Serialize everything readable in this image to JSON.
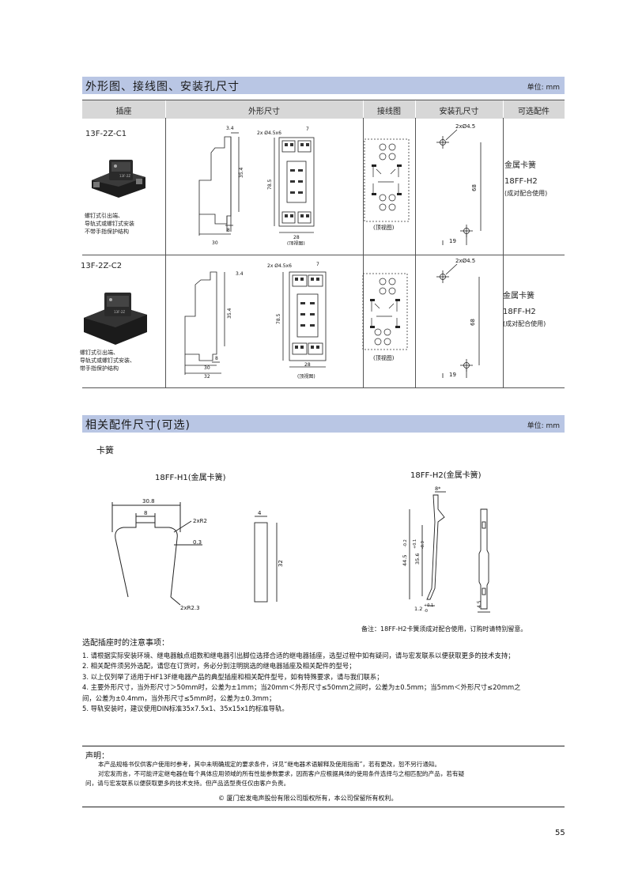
{
  "section1": {
    "title": "外形图、接线图、安装孔尺寸",
    "unit": "单位: mm"
  },
  "table": {
    "headers": [
      "插座",
      "外形尺寸",
      "接线图",
      "安装孔尺寸",
      "可选配件"
    ],
    "rows": [
      {
        "model": "13F-2Z-C1",
        "desc": [
          "螺钉式引出端、",
          "导轨式或螺钉式安装",
          "不带手指保护结构"
        ],
        "dims": [
          "3.4",
          "2x Ø4.5x6",
          "7",
          "35.4",
          "78.5",
          "8",
          "30",
          "28"
        ],
        "top_view": "(顶视图)",
        "hole": [
          "2xØ4.5",
          "68",
          "19"
        ],
        "acc": [
          "金属卡簧",
          "18FF-H2",
          "(成对配合使用)"
        ]
      },
      {
        "model": "13F-2Z-C2",
        "desc": [
          "螺钉式引出端、",
          "导轨式或螺钉式安装、",
          "带手指保护结构"
        ],
        "dims": [
          "3.4",
          "2x Ø4.5x6",
          "7",
          "35.4",
          "78.5",
          "8",
          "30",
          "32",
          "28"
        ],
        "top_view": "(顶视图)",
        "hole": [
          "2xØ4.5",
          "68",
          "19"
        ],
        "acc": [
          "金属卡簧",
          "18FF-H2",
          "(成对配合使用)"
        ]
      }
    ]
  },
  "section2": {
    "title": "相关配件尺寸(可选)",
    "unit": "单位: mm"
  },
  "spring": {
    "heading": "卡簧",
    "h1_title": "18FF-H1(金属卡簧)",
    "h1_dims": [
      "30.8",
      "8",
      "2xR2",
      "0.3",
      "2xR2.3",
      "4",
      "32"
    ],
    "h2_title": "18FF-H2(金属卡簧)",
    "h2_dims": [
      "8*",
      "44.5",
      "-0.2",
      "35.6",
      "+0.1",
      "-0.3",
      "1.2",
      "+0.1",
      "-0",
      "4.5"
    ],
    "remark": "备注：18FF-H2卡簧须成对配合使用，订购时请特别留意。"
  },
  "notes": {
    "title": "选配插座时的注意事项：",
    "items": [
      "1.  请根据实际安装环境、继电器触点组数和继电器引出脚位选择合适的继电器插座，选型过程中如有疑问，请与宏发联系以便获取更多的技术支持；",
      "2.  相关配件须另外选配，请您在订货时，务必分别注明挑选的继电器插座及相关配件的型号；",
      "3.  以上仅列举了适用于HF13F继电器产品的典型插座和相关配件型号，如有特殊要求，请与我们联系；",
      "4.  主要外形尺寸，当外形尺寸＞50mm时，公差为±1mm；当20mm＜外形尺寸≤50mm之间时，公差为±0.5mm；当5mm＜外形尺寸≤20mm之",
      "     间，公差为±0.4mm，当外形尺寸≤5mm时，公差为±0.3mm；",
      "5.  导轨安装时，建议使用DIN标准35x7.5x1、35x15x1的标准导轨。"
    ]
  },
  "statement": {
    "title": "声明：",
    "lines": [
      "本产品规格书仅供客户使用时参考，其中未明确规定的要求条件，详见“继电器术语解释及使用指南”，若有更改，恕不另行通知。",
      "对宏发而言，不可能评定继电器在每个具体应用领域的所有性能参数要求，因而客户应根据具体的使用条件选择与之相匹配的产品，若有疑",
      "问，请与宏发联系以便获取更多的技术支持。但产品选型责任仅由客户负责。"
    ],
    "copyright": "©  厦门宏发电声股份有限公司版权所有，本公司保留所有权利。"
  },
  "page_number": "55"
}
